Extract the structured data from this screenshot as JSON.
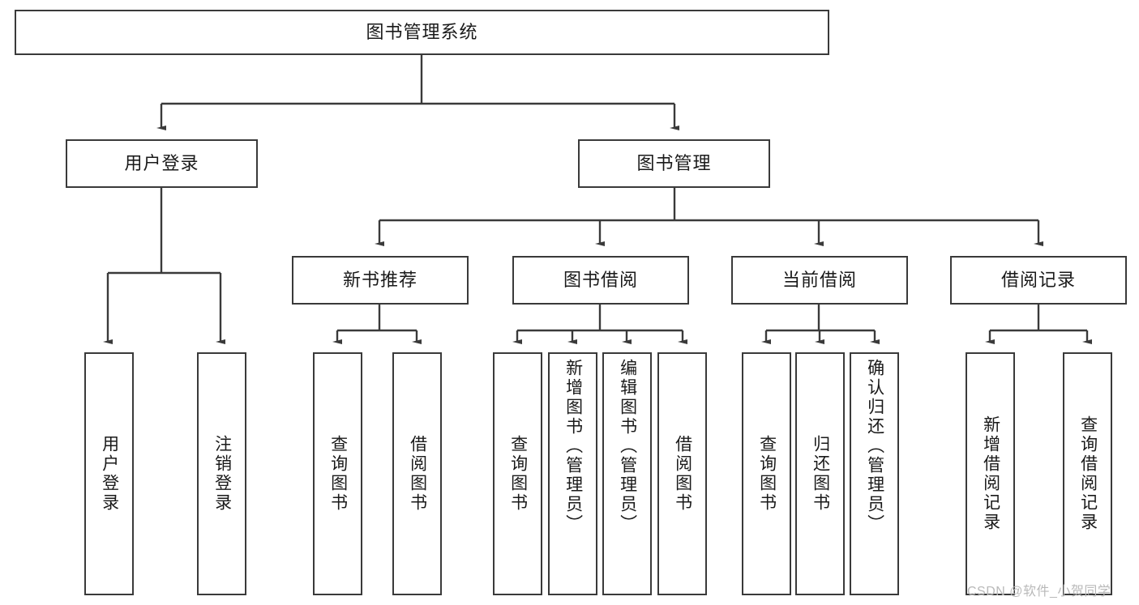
{
  "diagram": {
    "type": "hierarchy-tree",
    "title": "图书管理系统",
    "watermark": "CSDN @软件_小贺同学",
    "colors": {
      "box_border": "#3a3a3a",
      "box_fill": "#ffffff",
      "edge": "#3a3a3a",
      "text": "#1a1a1a",
      "watermark": "#b9b9b9",
      "background": "#ffffff"
    },
    "levels": {
      "root": {
        "label": "图书管理系统"
      },
      "level1": [
        {
          "label": "用户登录"
        },
        {
          "label": "图书管理"
        }
      ],
      "level2": [
        {
          "label": "新书推荐"
        },
        {
          "label": "图书借阅"
        },
        {
          "label": "当前借阅"
        },
        {
          "label": "借阅记录"
        }
      ],
      "leaves_user_login": [
        {
          "label": "用户登录"
        },
        {
          "label": "注销登录"
        }
      ],
      "leaves_new_books": [
        {
          "label": "查询图书"
        },
        {
          "label": "借阅图书"
        }
      ],
      "leaves_book_borrow": [
        {
          "label": "查询图书"
        },
        {
          "label": "新增图书（管理员）"
        },
        {
          "label": "编辑图书（管理员）"
        },
        {
          "label": "借阅图书"
        }
      ],
      "leaves_current_borrow": [
        {
          "label": "查询图书"
        },
        {
          "label": "归还图书"
        },
        {
          "label": "确认归还（管理员）"
        }
      ],
      "leaves_borrow_records": [
        {
          "label": "新增借阅记录"
        },
        {
          "label": "查询借阅记录"
        }
      ]
    }
  }
}
